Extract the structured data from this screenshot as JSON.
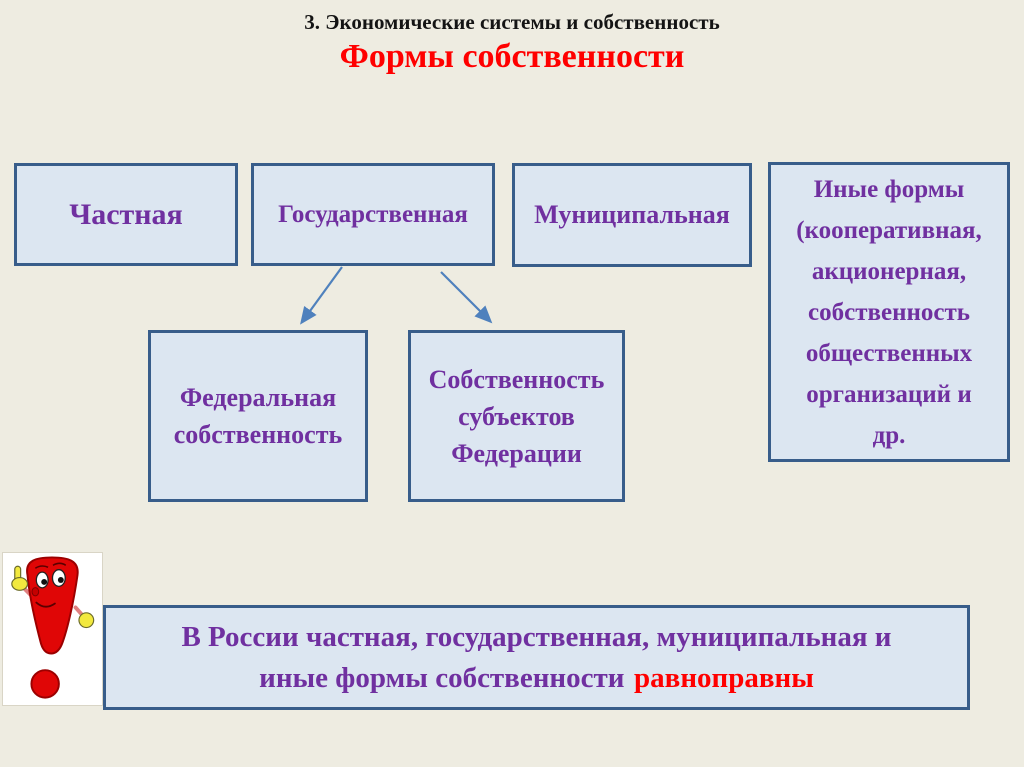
{
  "slide": {
    "title_line1": "3. Экономические системы и собственность",
    "title_line2": "Формы собственности"
  },
  "boxes": {
    "private": {
      "label": "Частная"
    },
    "state": {
      "label": "Государственная"
    },
    "municipal": {
      "label": "Муниципальная"
    },
    "other_forms": {
      "full_text": "Иные формы (кооперативная, акционерная, собственность общественных организаций и др.",
      "lines": [
        "Иные формы",
        "(кооперативная,",
        "акционерная,",
        "собственность",
        "общественных",
        "организаций и",
        "др."
      ]
    },
    "federal": {
      "full_text": "Федеральная собственность",
      "lines": [
        "Федеральная",
        "собственность"
      ]
    },
    "federation_subjects": {
      "full_text": "Собственность субъектов Федерации",
      "lines": [
        "Собственность",
        "субъектов",
        "Федерации"
      ]
    }
  },
  "note": {
    "line1": "В России частная, государственная, муниципальная и",
    "line2_purple": "иные формы собственности",
    "line2_red": "равноправны"
  },
  "decorations": {
    "character": "exclamation-mark-cartoon"
  },
  "colors": {
    "background": "#EEECE1",
    "box_fill": "#DCE6F1",
    "box_border": "#385D8A",
    "text_purple": "#7030A0",
    "accent_red": "#FF0000",
    "arrow_blue": "#4F81BD",
    "title_black": "#141414"
  }
}
